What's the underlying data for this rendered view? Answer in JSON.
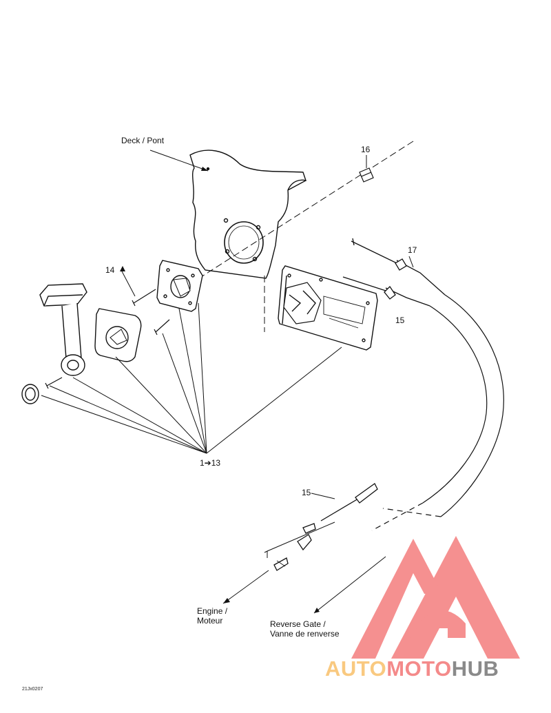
{
  "labels": {
    "deck": "Deck / Pont",
    "part16": "16",
    "part17": "17",
    "part15a": "15",
    "part15b": "15",
    "part14": "14",
    "range": "1➔13",
    "engine": [
      "Engine /",
      "Moteur"
    ],
    "reverse": [
      "Reverse Gate /",
      "Vanne de renverse"
    ]
  },
  "image_code": "21Jx0207",
  "watermark": {
    "parts": [
      "AUTO",
      "MOTO",
      "HUB"
    ],
    "colors": {
      "auto": "#f9c980",
      "moto": "#f48a8a",
      "hub": "#8a8a8a",
      "triangle": "#f47d7d"
    }
  }
}
